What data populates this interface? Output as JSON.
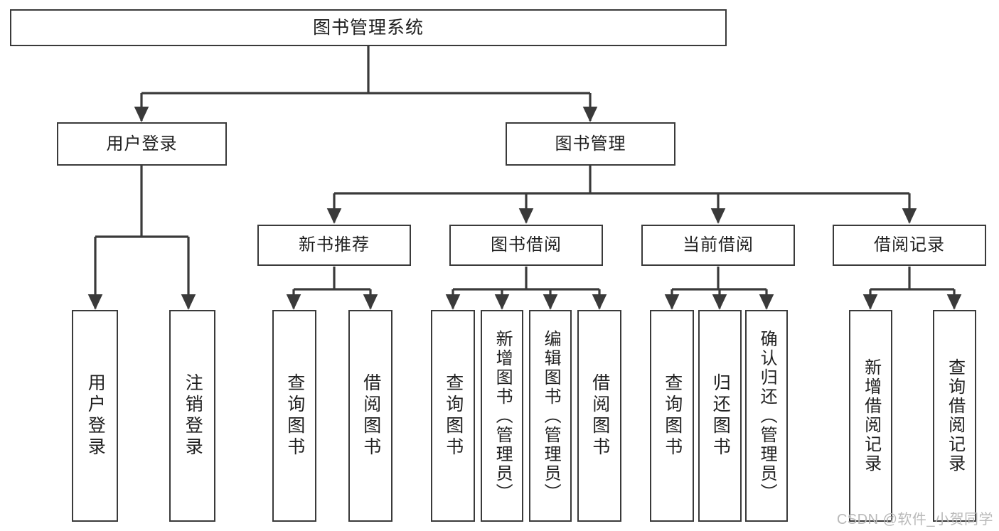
{
  "diagram": {
    "type": "tree",
    "title": "图书管理系统",
    "watermark": "CSDN @软件_小贺同学",
    "colors": {
      "node_border": "#3a3a3a",
      "node_fill": "#ffffff",
      "edge": "#3a3a3a",
      "text": "#1f1f1f",
      "watermark": "#b9b9b9",
      "background": "#ffffff"
    },
    "nodes": {
      "root": {
        "label": "图书管理系统"
      },
      "level1": [
        {
          "id": "user-login",
          "label": "用户登录"
        },
        {
          "id": "book-manage",
          "label": "图书管理"
        }
      ],
      "level2": [
        {
          "id": "new-book-recommend",
          "label": "新书推荐"
        },
        {
          "id": "book-borrow",
          "label": "图书借阅"
        },
        {
          "id": "current-borrow",
          "label": "当前借阅"
        },
        {
          "id": "borrow-record",
          "label": "借阅记录"
        }
      ],
      "leaves": {
        "user_login": [
          {
            "id": "leaf-user-login",
            "label": "用户登录"
          },
          {
            "id": "leaf-logout-login",
            "label": "注销登录"
          }
        ],
        "new_book_recommend": [
          {
            "id": "leaf-query-book-1",
            "label": "查询图书"
          },
          {
            "id": "leaf-borrow-book-1",
            "label": "借阅图书"
          }
        ],
        "book_borrow": [
          {
            "id": "leaf-query-book-2",
            "label": "查询图书"
          },
          {
            "id": "leaf-add-book-admin",
            "label": "新增图书（管理员）"
          },
          {
            "id": "leaf-edit-book-admin",
            "label": "编辑图书（管理员）"
          },
          {
            "id": "leaf-borrow-book-2",
            "label": "借阅图书"
          }
        ],
        "current_borrow": [
          {
            "id": "leaf-query-book-3",
            "label": "查询图书"
          },
          {
            "id": "leaf-return-book",
            "label": "归还图书"
          },
          {
            "id": "leaf-confirm-return-admin",
            "label": "确认归还（管理员）"
          }
        ],
        "borrow_record": [
          {
            "id": "leaf-add-borrow-record",
            "label": "新增借阅记录"
          },
          {
            "id": "leaf-query-borrow-record",
            "label": "查询借阅记录"
          }
        ]
      }
    }
  }
}
